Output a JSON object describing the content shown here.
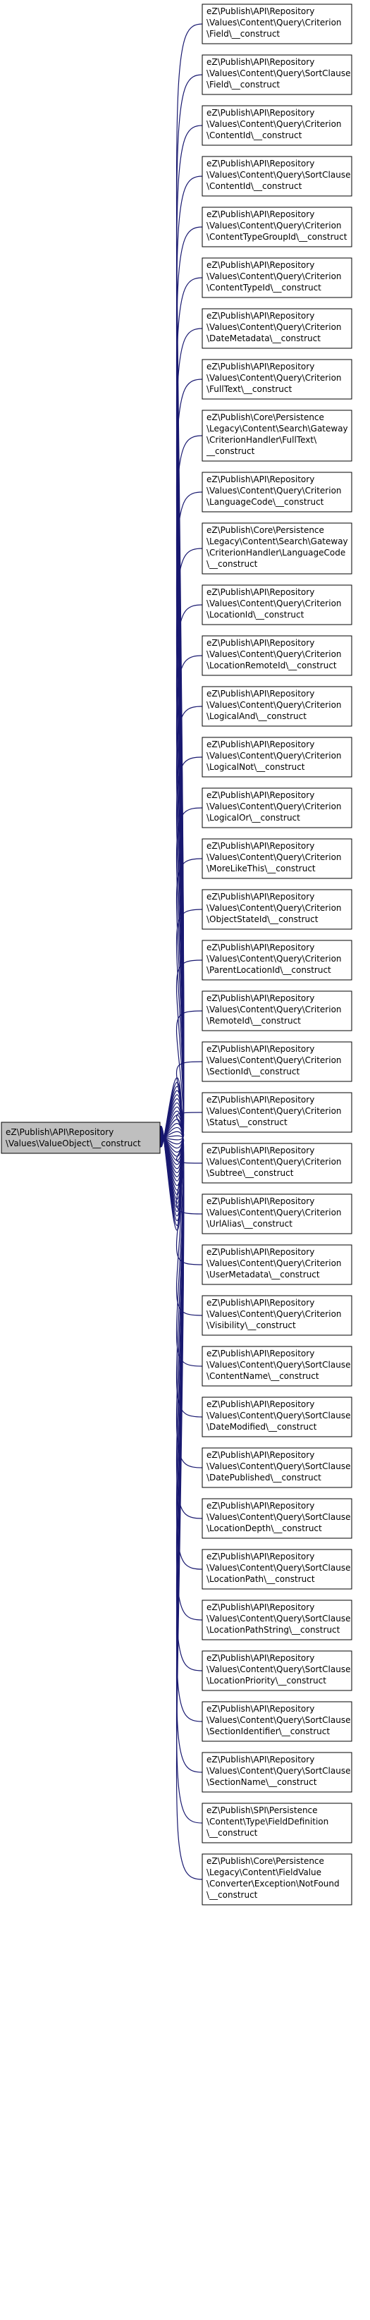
{
  "root": {
    "lines": [
      "eZ\\Publish\\API\\Repository",
      "\\Values\\ValueObject\\__construct"
    ]
  },
  "nodes": [
    {
      "lines": [
        "eZ\\Publish\\API\\Repository",
        "\\Values\\Content\\Query\\Criterion",
        "\\Field\\__construct"
      ]
    },
    {
      "lines": [
        "eZ\\Publish\\API\\Repository",
        "\\Values\\Content\\Query\\SortClause",
        "\\Field\\__construct"
      ]
    },
    {
      "lines": [
        "eZ\\Publish\\API\\Repository",
        "\\Values\\Content\\Query\\Criterion",
        "\\ContentId\\__construct"
      ]
    },
    {
      "lines": [
        "eZ\\Publish\\API\\Repository",
        "\\Values\\Content\\Query\\SortClause",
        "\\ContentId\\__construct"
      ]
    },
    {
      "lines": [
        "eZ\\Publish\\API\\Repository",
        "\\Values\\Content\\Query\\Criterion",
        "\\ContentTypeGroupId\\__construct"
      ]
    },
    {
      "lines": [
        "eZ\\Publish\\API\\Repository",
        "\\Values\\Content\\Query\\Criterion",
        "\\ContentTypeId\\__construct"
      ]
    },
    {
      "lines": [
        "eZ\\Publish\\API\\Repository",
        "\\Values\\Content\\Query\\Criterion",
        "\\DateMetadata\\__construct"
      ]
    },
    {
      "lines": [
        "eZ\\Publish\\API\\Repository",
        "\\Values\\Content\\Query\\Criterion",
        "\\FullText\\__construct"
      ]
    },
    {
      "lines": [
        "eZ\\Publish\\Core\\Persistence",
        "\\Legacy\\Content\\Search\\Gateway",
        "\\CriterionHandler\\FullText\\",
        "__construct"
      ]
    },
    {
      "lines": [
        "eZ\\Publish\\API\\Repository",
        "\\Values\\Content\\Query\\Criterion",
        "\\LanguageCode\\__construct"
      ]
    },
    {
      "lines": [
        "eZ\\Publish\\Core\\Persistence",
        "\\Legacy\\Content\\Search\\Gateway",
        "\\CriterionHandler\\LanguageCode",
        "\\__construct"
      ]
    },
    {
      "lines": [
        "eZ\\Publish\\API\\Repository",
        "\\Values\\Content\\Query\\Criterion",
        "\\LocationId\\__construct"
      ]
    },
    {
      "lines": [
        "eZ\\Publish\\API\\Repository",
        "\\Values\\Content\\Query\\Criterion",
        "\\LocationRemoteId\\__construct"
      ]
    },
    {
      "lines": [
        "eZ\\Publish\\API\\Repository",
        "\\Values\\Content\\Query\\Criterion",
        "\\LogicalAnd\\__construct"
      ]
    },
    {
      "lines": [
        "eZ\\Publish\\API\\Repository",
        "\\Values\\Content\\Query\\Criterion",
        "\\LogicalNot\\__construct"
      ]
    },
    {
      "lines": [
        "eZ\\Publish\\API\\Repository",
        "\\Values\\Content\\Query\\Criterion",
        "\\LogicalOr\\__construct"
      ]
    },
    {
      "lines": [
        "eZ\\Publish\\API\\Repository",
        "\\Values\\Content\\Query\\Criterion",
        "\\MoreLikeThis\\__construct"
      ]
    },
    {
      "lines": [
        "eZ\\Publish\\API\\Repository",
        "\\Values\\Content\\Query\\Criterion",
        "\\ObjectStateId\\__construct"
      ]
    },
    {
      "lines": [
        "eZ\\Publish\\API\\Repository",
        "\\Values\\Content\\Query\\Criterion",
        "\\ParentLocationId\\__construct"
      ]
    },
    {
      "lines": [
        "eZ\\Publish\\API\\Repository",
        "\\Values\\Content\\Query\\Criterion",
        "\\RemoteId\\__construct"
      ]
    },
    {
      "lines": [
        "eZ\\Publish\\API\\Repository",
        "\\Values\\Content\\Query\\Criterion",
        "\\SectionId\\__construct"
      ]
    },
    {
      "lines": [
        "eZ\\Publish\\API\\Repository",
        "\\Values\\Content\\Query\\Criterion",
        "\\Status\\__construct"
      ]
    },
    {
      "lines": [
        "eZ\\Publish\\API\\Repository",
        "\\Values\\Content\\Query\\Criterion",
        "\\Subtree\\__construct"
      ]
    },
    {
      "lines": [
        "eZ\\Publish\\API\\Repository",
        "\\Values\\Content\\Query\\Criterion",
        "\\UrlAlias\\__construct"
      ]
    },
    {
      "lines": [
        "eZ\\Publish\\API\\Repository",
        "\\Values\\Content\\Query\\Criterion",
        "\\UserMetadata\\__construct"
      ]
    },
    {
      "lines": [
        "eZ\\Publish\\API\\Repository",
        "\\Values\\Content\\Query\\Criterion",
        "\\Visibility\\__construct"
      ]
    },
    {
      "lines": [
        "eZ\\Publish\\API\\Repository",
        "\\Values\\Content\\Query\\SortClause",
        "\\ContentName\\__construct"
      ]
    },
    {
      "lines": [
        "eZ\\Publish\\API\\Repository",
        "\\Values\\Content\\Query\\SortClause",
        "\\DateModified\\__construct"
      ]
    },
    {
      "lines": [
        "eZ\\Publish\\API\\Repository",
        "\\Values\\Content\\Query\\SortClause",
        "\\DatePublished\\__construct"
      ]
    },
    {
      "lines": [
        "eZ\\Publish\\API\\Repository",
        "\\Values\\Content\\Query\\SortClause",
        "\\LocationDepth\\__construct"
      ]
    },
    {
      "lines": [
        "eZ\\Publish\\API\\Repository",
        "\\Values\\Content\\Query\\SortClause",
        "\\LocationPath\\__construct"
      ]
    },
    {
      "lines": [
        "eZ\\Publish\\API\\Repository",
        "\\Values\\Content\\Query\\SortClause",
        "\\LocationPathString\\__construct"
      ]
    },
    {
      "lines": [
        "eZ\\Publish\\API\\Repository",
        "\\Values\\Content\\Query\\SortClause",
        "\\LocationPriority\\__construct"
      ]
    },
    {
      "lines": [
        "eZ\\Publish\\API\\Repository",
        "\\Values\\Content\\Query\\SortClause",
        "\\SectionIdentifier\\__construct"
      ]
    },
    {
      "lines": [
        "eZ\\Publish\\API\\Repository",
        "\\Values\\Content\\Query\\SortClause",
        "\\SectionName\\__construct"
      ]
    },
    {
      "lines": [
        "eZ\\Publish\\SPI\\Persistence",
        "\\Content\\Type\\FieldDefinition",
        "\\__construct"
      ]
    },
    {
      "lines": [
        "eZ\\Publish\\Core\\Persistence",
        "\\Legacy\\Content\\FieldValue",
        "\\Converter\\Exception\\NotFound",
        "\\__construct"
      ]
    }
  ],
  "colors": {
    "edge": "#191970",
    "root_fill": "#bfbfbf",
    "node_fill": "#ffffff",
    "border": "#000000"
  }
}
